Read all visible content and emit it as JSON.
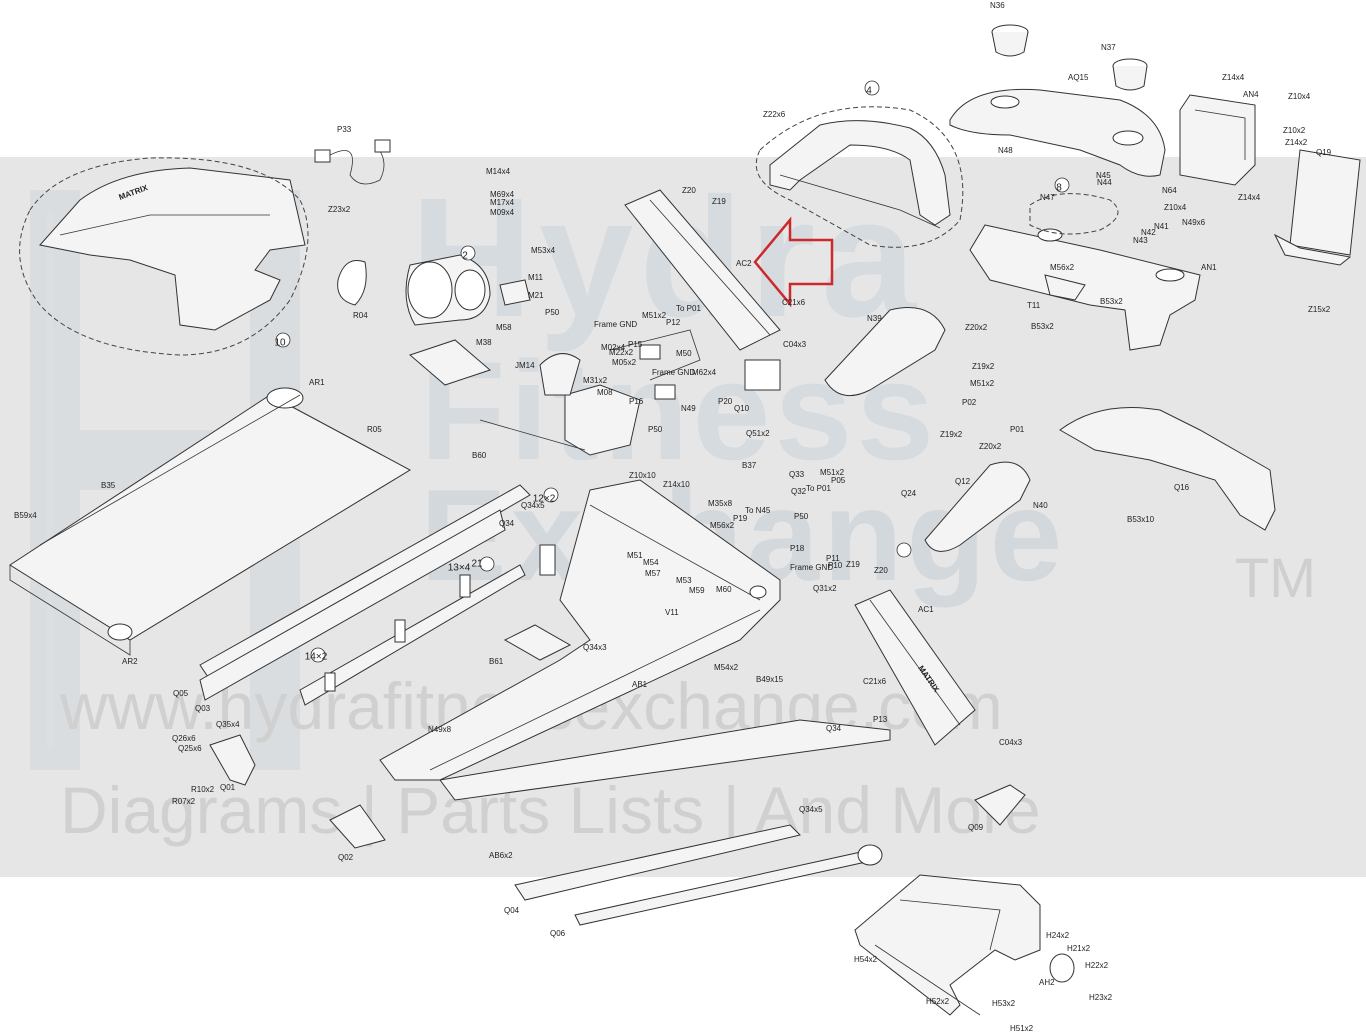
{
  "watermark": {
    "line1": "Hydra",
    "line2": "Fitness",
    "line3": "Exchange",
    "trademark": "TM",
    "url": "www.hydrafitnessexchange.com",
    "tagline": "Diagrams | Parts Lists | And More"
  },
  "brand_text": "MATRIX",
  "colors": {
    "highlight_arrow": "#cc2a2a",
    "band": "#e6e6e6",
    "line": "#333333"
  },
  "callouts": [
    "N36",
    "N37",
    "AQ15",
    "Z14x4",
    "AN4",
    "Z10x4",
    "Z10x2",
    "Z14x2",
    "Q19",
    "Z22x6",
    "4",
    "N48",
    "8",
    "N45",
    "N44",
    "N64",
    "Z14x4",
    "Z10x4",
    "N49x6",
    "N47",
    "N43",
    "N42",
    "N41",
    "AN1",
    "M56x2",
    "B53x2",
    "T11",
    "B53x2",
    "Z15x2",
    "P33",
    "Z23x2",
    "10",
    "M14x4",
    "M69x4",
    "M17x4",
    "M09x4",
    "2",
    "M53x4",
    "M11",
    "M21",
    "M58",
    "R04",
    "M38",
    "Z20",
    "Z19",
    "AC2",
    "C21x6",
    "P50",
    "P15",
    "Frame GND",
    "M51x2",
    "To P01",
    "P12",
    "M02x4",
    "M22x2",
    "M05x2",
    "M50",
    "JM14",
    "M31x2",
    "M08",
    "Frame GND",
    "M62x4",
    "N49",
    "P16",
    "P50",
    "P20",
    "C04x3",
    "Q10",
    "N39",
    "Z20x2",
    "Z19x2",
    "M51x2",
    "P02",
    "P01",
    "Z19x2",
    "Z20x2",
    "AR1",
    "R05",
    "B35",
    "B59x4",
    "AR2",
    "B60",
    "Q51x2",
    "B37",
    "Q33",
    "Q32",
    "M51x2",
    "P05",
    "To P01",
    "P50",
    "Q24",
    "Q12",
    "N40",
    "Q16",
    "B53x10",
    "Z10x10",
    "Z14x10",
    "Q34x5",
    "12",
    "Q34",
    "M35x8",
    "P19",
    "To N45",
    "M56x2",
    "21",
    "M51",
    "M54",
    "M57",
    "M53",
    "M59",
    "M60",
    "P18",
    "Frame GND",
    "P11",
    "P10",
    "Q31x2",
    "Z19",
    "Z20",
    "AC1",
    "13",
    "V11",
    "B61",
    "Q34x3",
    "M54x2",
    "B49x15",
    "AB1",
    "14",
    "Q05",
    "Q03",
    "Q35x4",
    "Q26x6",
    "Q25x6",
    "R10x2",
    "Q01",
    "R07x2",
    "Q02",
    "N49x8",
    "C21x6",
    "P13",
    "C04x3",
    "Q34",
    "Q09",
    "Q34x5",
    "AB6x2",
    "Q04",
    "Q06",
    "H24x2",
    "H21x2",
    "H22x2",
    "H23x2",
    "H54x2",
    "AH2",
    "H52x2",
    "H53x2",
    "H51x2"
  ],
  "bubble_multipliers": {
    "12": "×2",
    "13": "×4",
    "14": "×2"
  }
}
